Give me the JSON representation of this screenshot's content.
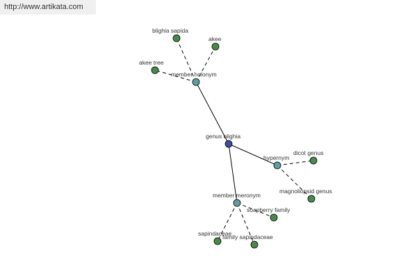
{
  "header": {
    "source_url": "http://www.artikata.com"
  },
  "colors": {
    "center": "#3d4f9a",
    "relation": "#5f9ea0",
    "leaf": "#4a8a48",
    "banner": "#f0f0f0"
  },
  "graph": {
    "center": {
      "id": "genus-blighia",
      "label": "genus blighia"
    },
    "relations": [
      {
        "id": "member-holonym",
        "label": "member holonym",
        "terms": [
          {
            "id": "blighia-sapida",
            "label": "blighia sapida"
          },
          {
            "id": "akee",
            "label": "akee"
          },
          {
            "id": "akee-tree",
            "label": "akee tree"
          }
        ]
      },
      {
        "id": "hypernym",
        "label": "hypernym",
        "terms": [
          {
            "id": "dicot-genus",
            "label": "dicot genus"
          },
          {
            "id": "magnoliopsid-genus",
            "label": "magnoliopsid genus"
          }
        ]
      },
      {
        "id": "member-meronym",
        "label": "member meronym",
        "terms": [
          {
            "id": "soapberry-family",
            "label": "soapberry family"
          },
          {
            "id": "sapindaceae",
            "label": "sapindaceae"
          },
          {
            "id": "family-sapindaceae",
            "label": "family sapindaceae"
          }
        ]
      }
    ]
  }
}
